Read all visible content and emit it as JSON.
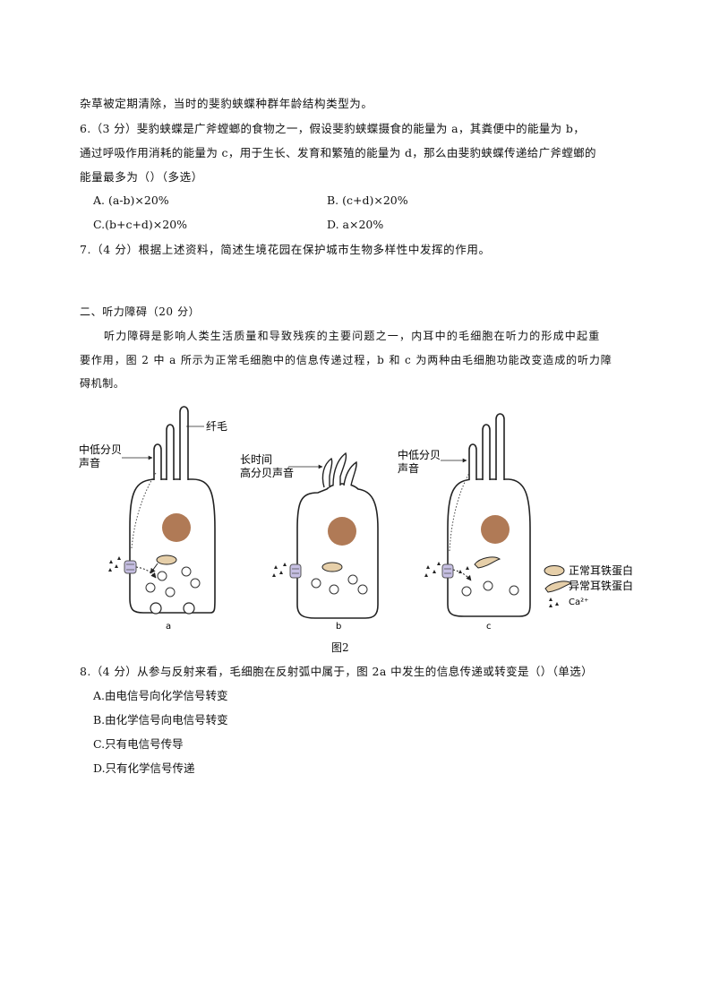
{
  "top_text": "杂草被定期清除，当时的斐豹蛱蝶种群年龄结构类型为。",
  "q6": {
    "line1": "6.（3 分）斐豹蛱蝶是广斧螳螂的食物之一，假设斐豹蛱蝶摄食的能量为 a，其粪便中的能量为 b，",
    "line2": "通过呼吸作用消耗的能量为 c，用于生长、发育和繁殖的能量为 d，那么由斐豹蛱蝶传递给广斧螳螂的",
    "line3": "能量最多为（）（多选）",
    "options": {
      "A": "A. (a-b)×20%",
      "B": "B. (c+d)×20%",
      "C": "C.(b+c+d)×20%",
      "D": "D. a×20%"
    }
  },
  "q7": "7.（4 分）根据上述资料，简述生境花园在保护城市生物多样性中发挥的作用。",
  "section2": {
    "heading": "二、听力障碍（20 分）",
    "para1": "听力障碍是影响人类生活质量和导致残疾的主要问题之一，内耳中的毛细胞在听力的形成中起重",
    "para2": "要作用，图 2 中 a 所示为正常毛细胞中的信息传递过程，b 和 c 为两种由毛细胞功能改变造成的听力障",
    "para3": "碍机制。"
  },
  "figure": {
    "label_cilia": "纤毛",
    "label_a_line1": "中低分贝",
    "label_a_line2": "声音",
    "label_b_line1": "长时间",
    "label_b_line2": "高分贝声音",
    "label_c_line1": "中低分贝",
    "label_c_line2": "声音",
    "panel_a": "a",
    "panel_b": "b",
    "panel_c": "c",
    "legend_normal": "正常耳铁蛋白",
    "legend_abnormal": "异常耳铁蛋白",
    "legend_ion": "Ca²⁺",
    "caption": "图2",
    "colors": {
      "nucleus": "#b07a56",
      "protein_normal": "#e6cfa9",
      "channel": "#c6bfe3"
    }
  },
  "q8": {
    "stem": "8.（4 分）从参与反射来看，毛细胞在反射弧中属于，图 2a 中发生的信息传递或转变是（）（单选）",
    "options": {
      "A": "A.由电信号向化学信号转变",
      "B": "B.由化学信号向电信号转变",
      "C": "C.只有电信号传导",
      "D": "D.只有化学信号传递"
    }
  }
}
